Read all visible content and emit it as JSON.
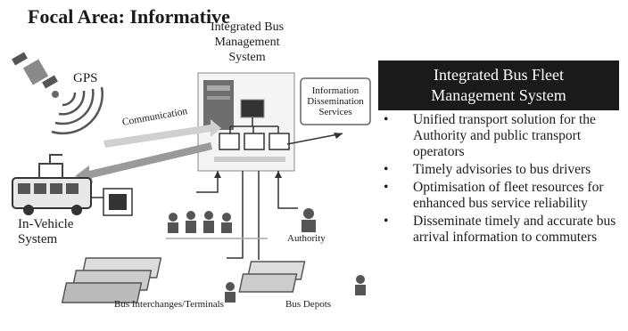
{
  "title": "Focal Area: Informative",
  "diagram": {
    "system_title": "Integrated Bus\nManagement System",
    "gps": "GPS",
    "communication": "Communication",
    "info_services": "Information\nDissemination\nServices",
    "in_vehicle": "In-Vehicle\nSystem",
    "authority": "Authority",
    "interchanges": "Bus Interchanges/Terminals",
    "depots": "Bus Depots"
  },
  "panel": {
    "header": "Integrated Bus Fleet\nManagement System",
    "bullets": [
      "Unified transport solution for the Authority and public transport operators",
      "Timely advisories to bus drivers",
      "Optimisation of fleet resources for enhanced bus service reliability",
      "Disseminate timely and accurate bus arrival information to commuters"
    ]
  }
}
